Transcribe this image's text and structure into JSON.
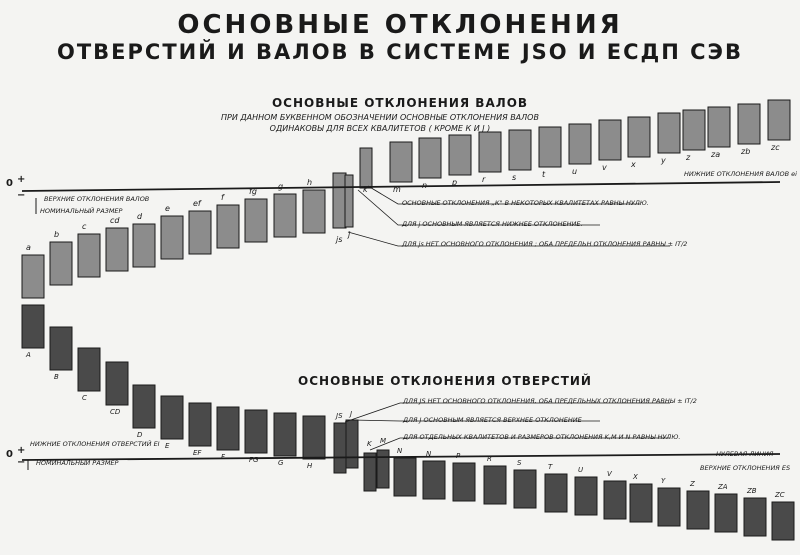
{
  "titles": {
    "main_line1": "ОСНОВНЫЕ ОТКЛОНЕНИЯ",
    "main_line2": "ОТВЕРСТИЙ И ВАЛОВ В СИСТЕМЕ JSO И ЕСДП СЭВ",
    "shafts_heading": "ОСНОВНЫЕ ОТКЛОНЕНИЯ ВАЛОВ",
    "shafts_sub1": "ПРИ ДАННОМ БУКВЕННОМ ОБОЗНАЧЕНИИ ОСНОВНЫЕ ОТКЛОНЕНИЯ ВАЛОВ",
    "shafts_sub2": "ОДИНАКОВЫ ДЛЯ ВСЕХ КВАЛИТЕТОВ ( КРОМЕ К И J )",
    "holes_heading": "ОСНОВНЫЕ ОТКЛОНЕНИЯ ОТВЕРСТИЙ"
  },
  "labels": {
    "plus": "+",
    "minus": "−",
    "zero": "0",
    "shaft_upper_dev": "ВЕРХНИЕ ОТКЛОНЕНИЯ ВАЛОВ",
    "shaft_nominal": "НОМИНАЛЬНЫЙ РАЗМЕР",
    "shaft_lower_dev": "НИЖНИЕ ОТКЛОНЕНИЯ ВАЛОВ ei",
    "hole_lower_dev": "НИЖНИЕ ОТКЛОНЕНИЯ ОТВЕРСТИЙ EI",
    "hole_nominal": "НОМИНАЛЬНЫЙ РАЗМЕР",
    "zero_line": "НУЛЕВАЯ ЛИНИЯ",
    "hole_upper_dev": "ВЕРХНИЕ ОТКЛОНЕНИЯ ES"
  },
  "notes": {
    "shaft_k": "ОСНОВНЫЕ ОТКЛОНЕНИЯ „К\" В НЕКОТОРЫХ КВАЛИТЕТАХ РАВНЫ НУЛЮ.",
    "shaft_j": "ДЛЯ j ОСНОВНЫМ ЯВЛЯЕТСЯ НИЖНЕЕ ОТКЛОНЕНИЕ.",
    "shaft_js": "ДЛЯ js НЕТ ОСНОВНОГО ОТКЛОНЕНИЯ ; ОБА ПРЕДЕЛЬН ОТКЛОНЕНИЯ РАВНЫ ± IT/2",
    "hole_js": "ДЛЯ JS НЕТ ОСНОВНОГО ОТКЛОНЕНИЯ, ОБА ПРЕДЕЛЬНЫХ ОТКЛОНЕНИЯ РАВНЫ ± IT/2",
    "hole_j": "ДЛЯ J ОСНОВНЫМ ЯВЛЯЕТСЯ ВЕРХНЕЕ ОТКЛОНЕНИЕ",
    "hole_kmn": "ДЛЯ ОТДЕЛЬНЫХ КВАЛИТЕТОВ И РАЗМЕРОВ ОТКЛОНЕНИЯ K,M И N РАВНЫ НУЛЮ."
  },
  "shaft_letters_below_zero": [
    "a",
    "b",
    "c",
    "cd",
    "d",
    "e",
    "ef",
    "f",
    "fg",
    "g",
    "h"
  ],
  "shaft_letters_js": [
    "js",
    "j"
  ],
  "shaft_letters_above_zero": [
    "k",
    "m",
    "n",
    "p",
    "r",
    "s",
    "t",
    "u",
    "v",
    "x",
    "y",
    "z",
    "za",
    "zb",
    "zc"
  ],
  "hole_letters_above_zero": [
    "A",
    "B",
    "C",
    "CD",
    "D",
    "E",
    "EF",
    "F",
    "FG",
    "G",
    "H"
  ],
  "hole_letters_js": [
    "JS",
    "J"
  ],
  "hole_letters_below_zero": [
    "K",
    "M",
    "N",
    "N",
    "P",
    "R",
    "S",
    "T",
    "U",
    "V",
    "X",
    "Y",
    "Z",
    "ZA",
    "ZB",
    "ZC"
  ],
  "colors": {
    "background": "#f4f4f2",
    "ink": "#1a1a1a",
    "shaft_bar": "#8c8c8c",
    "hole_bar": "#4a4a4a"
  }
}
